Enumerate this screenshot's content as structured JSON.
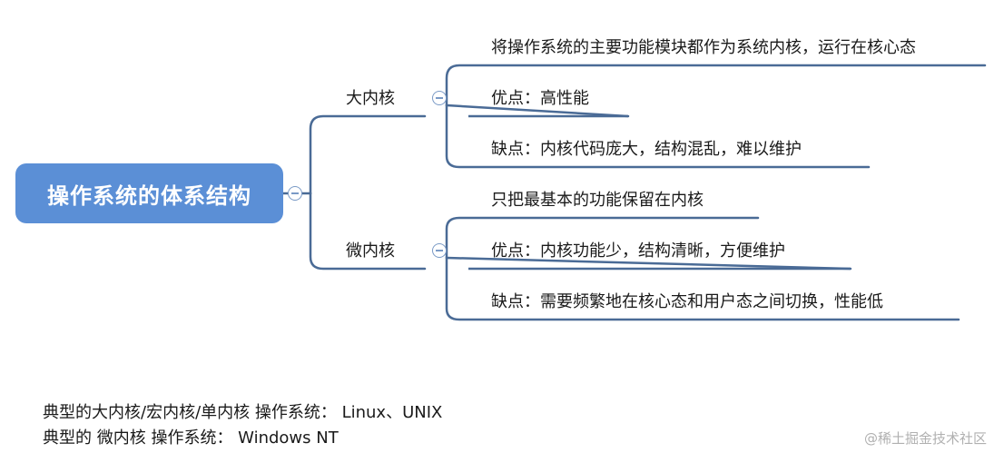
{
  "root": {
    "label": "操作系统的体系结构"
  },
  "branches": [
    {
      "label": "大内核",
      "children": [
        "将操作系统的主要功能模块都作为系统内核，运行在核心态",
        "优点：高性能",
        "缺点：内核代码庞大，结构混乱，难以维护"
      ]
    },
    {
      "label": "微内核",
      "children": [
        "只把最基本的功能保留在内核",
        "优点：内核功能少，结构清晰，方便维护",
        "缺点：需要频繁地在核心态和用户态之间切换，性能低"
      ]
    }
  ],
  "notes": [
    "典型的大内核/宏内核/单内核 操作系统： Linux、UNIX",
    "典型的 微内核 操作系统： Windows NT"
  ],
  "watermark": "@稀土掘金技术社区",
  "colors": {
    "root_fill": "#5b8fd6",
    "connector": "#4a6b96",
    "collapse_icon": "#7a9ac6"
  },
  "icons": {
    "collapse": "minus-circle-icon"
  }
}
